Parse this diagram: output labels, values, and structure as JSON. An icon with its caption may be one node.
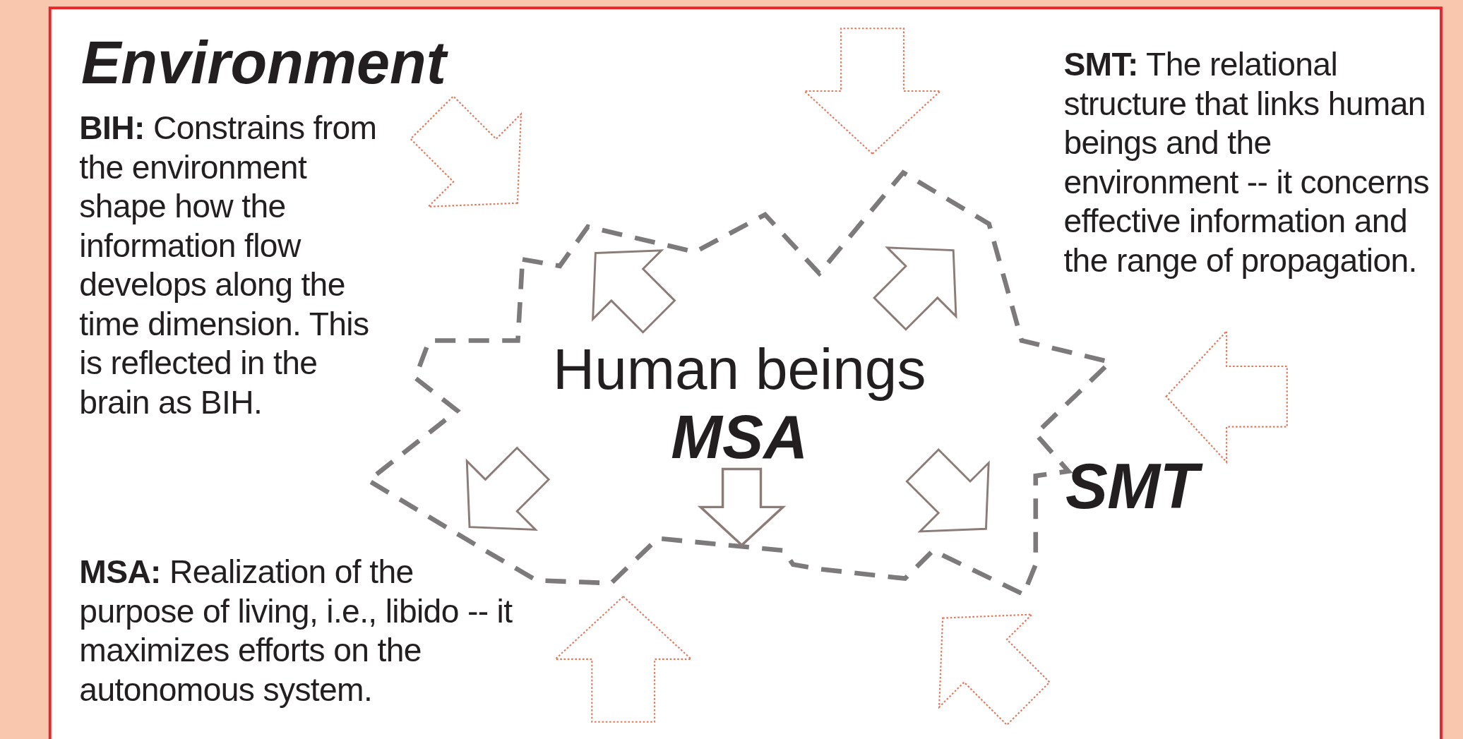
{
  "diagram": {
    "nodes": [
      {
        "text": [
          "Environment"
        ]
      },
      {
        "text": [
          "Human beings",
          "MSA"
        ],
        "in": 0
      }
    ],
    "labels": [
      "**BIH:** Constrains from the environment shape how the information flow develops along the time dimension. This is reflected in the brain as BIH.",
      "**SMT:** The relational structure that links human beings and the environment -- it concerns effective information and the range of propagation.",
      "SMT",
      "**MSA:** Realization of the purpose of living, i.e., libido -- it maximizes efforts on the autonomous system."
    ]
  }
}
